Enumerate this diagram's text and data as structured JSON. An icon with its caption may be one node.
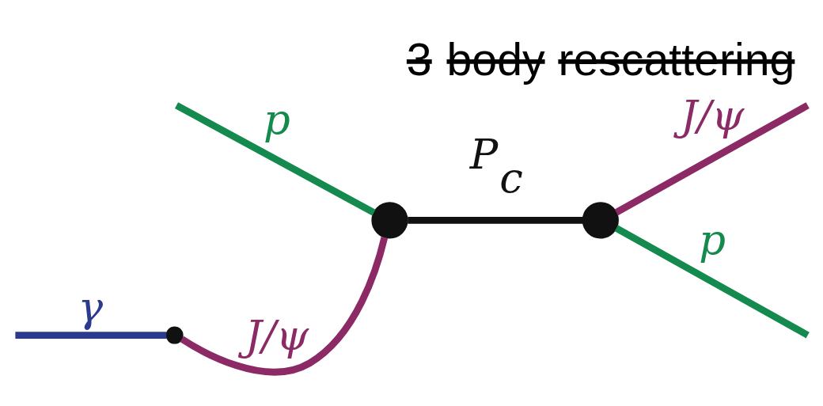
{
  "diagram": {
    "title": "3 body rescattering",
    "nodes": [
      {
        "text": [],
        "shape": "circle"
      },
      {
        "text": [],
        "shape": "circle"
      },
      {
        "text": [],
        "shape": "circle"
      }
    ],
    "edges": [
      {
        "from": null,
        "to": 0,
        "arrow": "none",
        "label": "γ",
        "color": "#2b3a8c"
      },
      {
        "from": 0,
        "to": 1,
        "arrow": "none",
        "label": "J/ψ",
        "color": "#8b2a64"
      },
      {
        "from": null,
        "to": 1,
        "arrow": "none",
        "label": "p",
        "color": "#148a4e"
      },
      {
        "from": 1,
        "to": 2,
        "arrow": "none",
        "label": "P$_{c}$",
        "color": "#111111"
      },
      {
        "from": 2,
        "to": null,
        "arrow": "none",
        "label": "J/ψ",
        "color": "#8b2a64"
      },
      {
        "from": 2,
        "to": null,
        "arrow": "none",
        "label": "p",
        "color": "#148a4e"
      }
    ]
  }
}
